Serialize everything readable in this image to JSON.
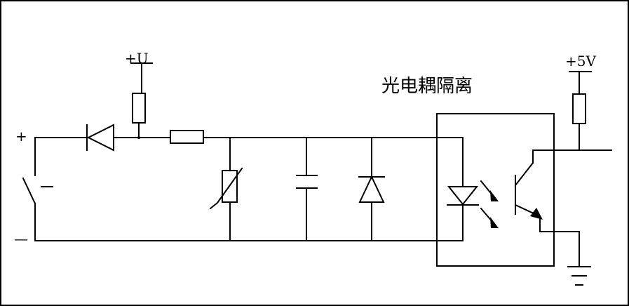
{
  "labels": {
    "supply_u": "+U",
    "supply_5v": "+5V",
    "input_plus": "+",
    "input_minus": "—",
    "optocoupler_title": "光电耦隔离"
  },
  "colors": {
    "line": "#000000",
    "background": "#ffffff"
  }
}
